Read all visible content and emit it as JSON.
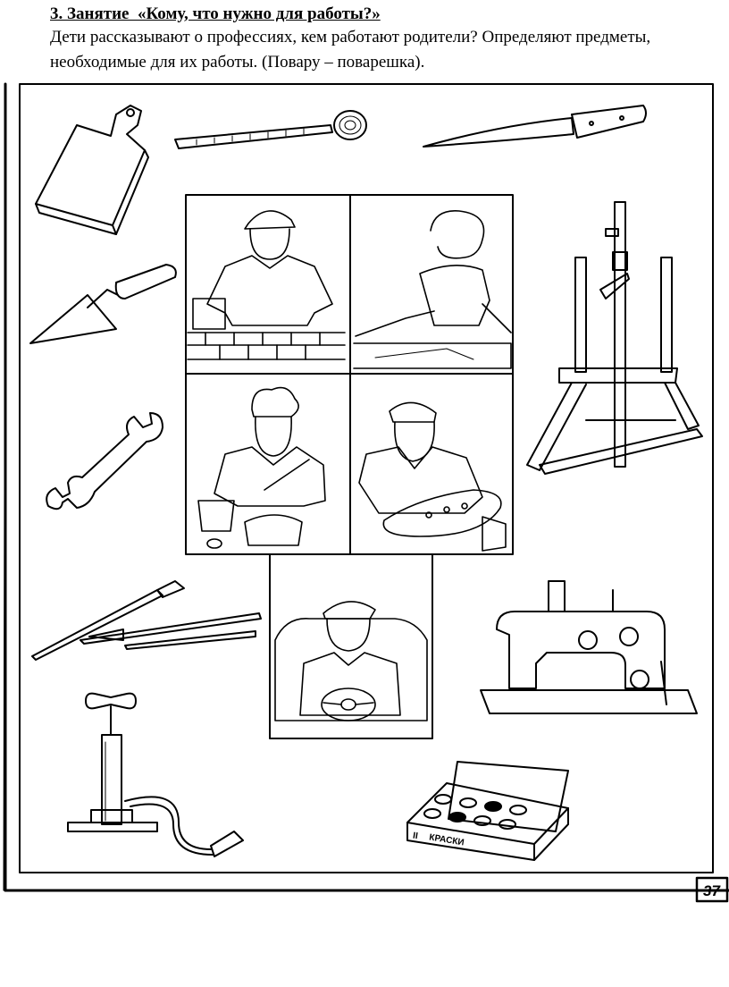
{
  "page": {
    "heading": "3. Занятие  «Кому, что нужно для работы?»",
    "description": "Дети рассказывают о профессиях, кем работают родители? Определяют предметы, необходимые для их работы. (Повару – поварешка).",
    "page_number": "37"
  },
  "illustration": {
    "paint_box_label": "КРАСКИ",
    "paint_box_numeral": "II"
  }
}
